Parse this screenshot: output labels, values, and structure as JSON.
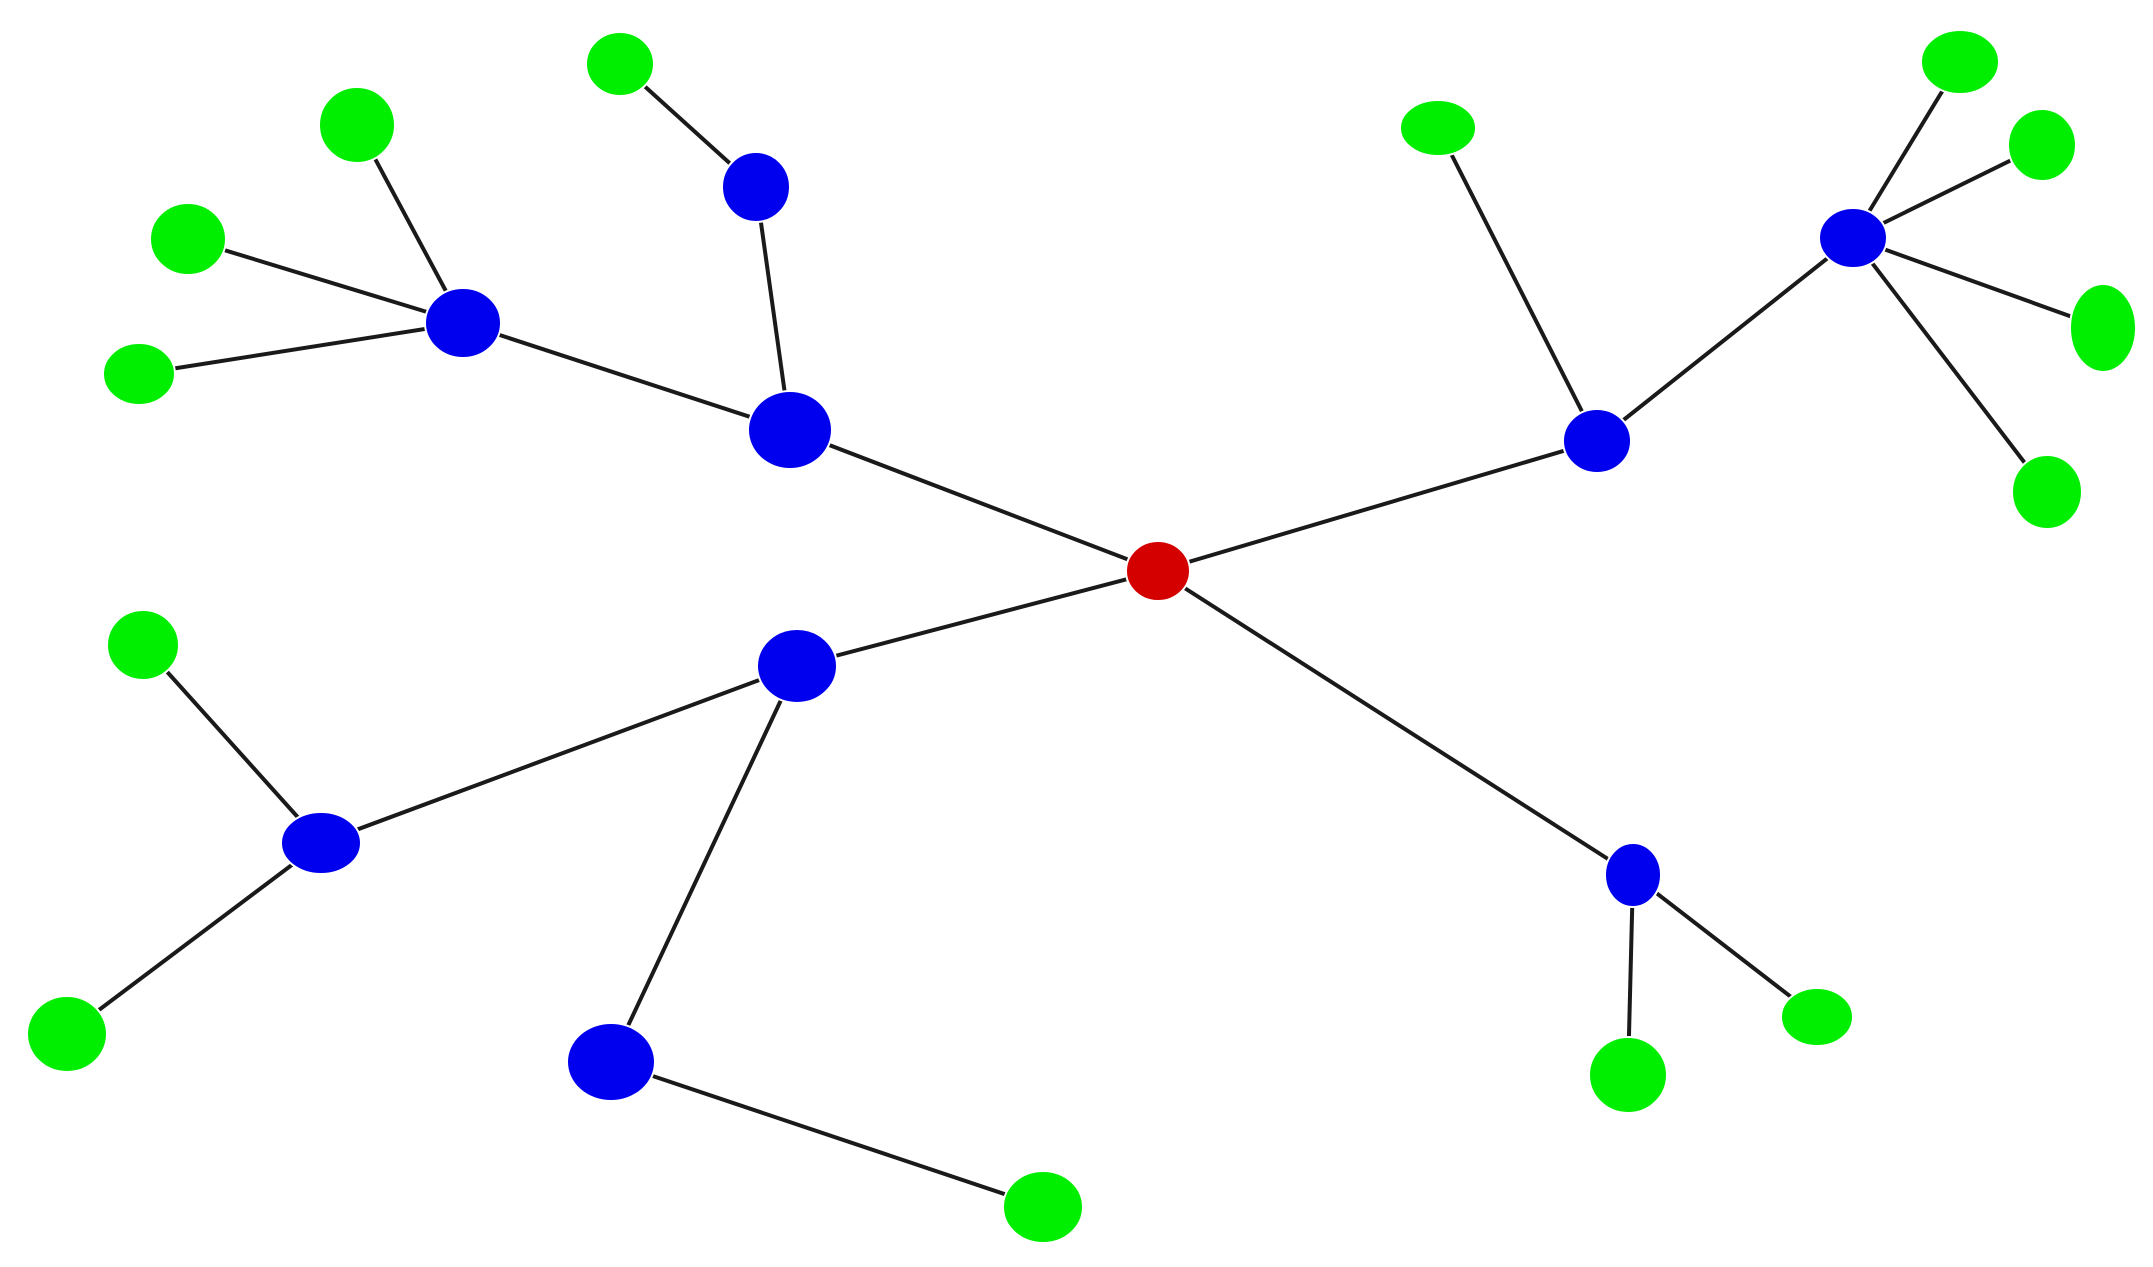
{
  "colors": {
    "root": "#d40000",
    "hub": "#0000ee",
    "leaf": "#00ee00",
    "edge": "#1a1a1a",
    "node_outline": "#ffffff"
  },
  "graph": {
    "nodes": [
      {
        "id": "root",
        "type": "root"
      },
      {
        "id": "h_a",
        "type": "hub"
      },
      {
        "id": "h_b",
        "type": "hub"
      },
      {
        "id": "h_c",
        "type": "hub"
      },
      {
        "id": "h_d",
        "type": "hub"
      },
      {
        "id": "h_e",
        "type": "hub"
      },
      {
        "id": "h_f",
        "type": "hub"
      },
      {
        "id": "h_g",
        "type": "hub"
      },
      {
        "id": "h_h",
        "type": "hub"
      },
      {
        "id": "h_i",
        "type": "hub"
      },
      {
        "id": "l_1",
        "type": "leaf"
      },
      {
        "id": "l_2",
        "type": "leaf"
      },
      {
        "id": "l_3",
        "type": "leaf"
      },
      {
        "id": "l_4",
        "type": "leaf"
      },
      {
        "id": "l_5",
        "type": "leaf"
      },
      {
        "id": "l_6",
        "type": "leaf"
      },
      {
        "id": "l_7",
        "type": "leaf"
      },
      {
        "id": "l_8",
        "type": "leaf"
      },
      {
        "id": "l_9",
        "type": "leaf"
      },
      {
        "id": "l_10",
        "type": "leaf"
      },
      {
        "id": "l_11",
        "type": "leaf"
      },
      {
        "id": "l_12",
        "type": "leaf"
      },
      {
        "id": "l_13",
        "type": "leaf"
      },
      {
        "id": "l_14",
        "type": "leaf"
      },
      {
        "id": "l_15",
        "type": "leaf"
      }
    ],
    "edges": [
      [
        "root",
        "h_a"
      ],
      [
        "root",
        "h_b"
      ],
      [
        "root",
        "h_c"
      ],
      [
        "root",
        "h_d"
      ],
      [
        "h_a",
        "h_e"
      ],
      [
        "h_a",
        "h_f"
      ],
      [
        "h_f",
        "l_1"
      ],
      [
        "h_e",
        "l_2"
      ],
      [
        "h_e",
        "l_3"
      ],
      [
        "h_e",
        "l_4"
      ],
      [
        "h_b",
        "h_g"
      ],
      [
        "h_b",
        "h_h"
      ],
      [
        "h_g",
        "l_5"
      ],
      [
        "h_g",
        "l_6"
      ],
      [
        "h_h",
        "l_7"
      ],
      [
        "h_c",
        "l_8"
      ],
      [
        "h_c",
        "h_i"
      ],
      [
        "h_i",
        "l_9"
      ],
      [
        "h_i",
        "l_10"
      ],
      [
        "h_i",
        "l_11"
      ],
      [
        "h_i",
        "l_12"
      ],
      [
        "h_d",
        "l_13"
      ],
      [
        "h_d",
        "l_14"
      ],
      [
        "h_d",
        "l_15"
      ]
    ]
  }
}
